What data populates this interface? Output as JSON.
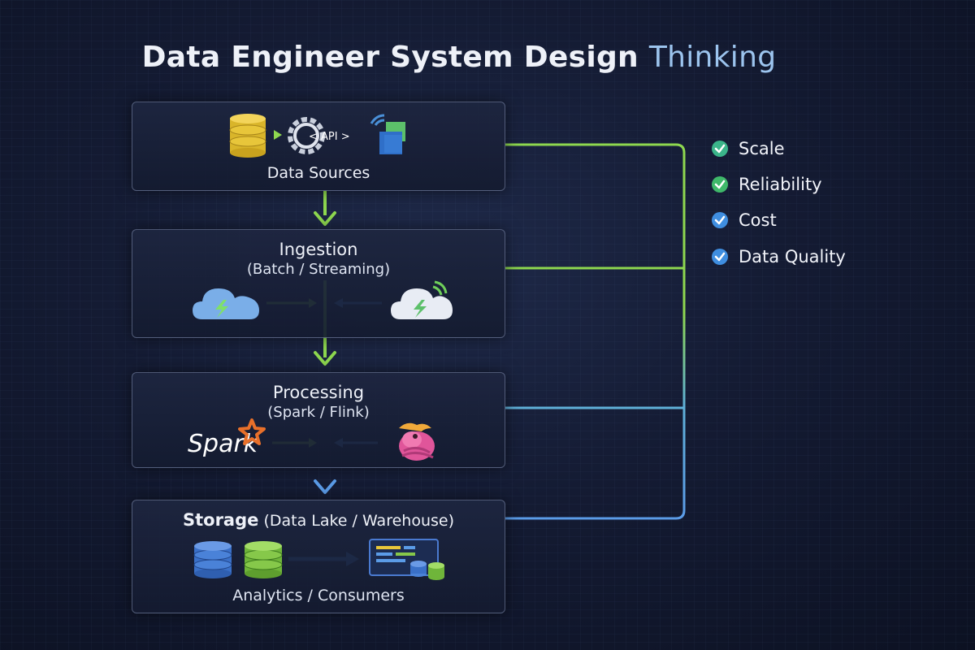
{
  "title": {
    "main": "Data Engineer System Design",
    "accent": "Thinking"
  },
  "stages": [
    {
      "title": "Data Sources",
      "icons": [
        "database-icon",
        "api-gear-icon",
        "streaming-source-icon"
      ],
      "api_label": "< API >"
    },
    {
      "title": "Ingestion",
      "subtitle": "(Batch / Streaming)",
      "icons": [
        "batch-cloud-icon",
        "streaming-cloud-icon"
      ]
    },
    {
      "title": "Processing",
      "subtitle": "(Spark / Flink)",
      "icons": [
        "spark-logo",
        "flink-squirrel-icon"
      ],
      "spark_label": "Spark"
    },
    {
      "title_strong": "Storage",
      "title_rest": "(Data Lake / Warehouse)",
      "footer": "Analytics / Consumers",
      "icons": [
        "data-lake-icon",
        "warehouse-icon",
        "analytics-dashboard-icon"
      ]
    }
  ],
  "considerations": [
    {
      "label": "Scale",
      "color": "#3bb58a"
    },
    {
      "label": "Reliability",
      "color": "#3fb86a"
    },
    {
      "label": "Cost",
      "color": "#3f8ee0"
    },
    {
      "label": "Data Quality",
      "color": "#3f8ee0"
    }
  ],
  "colors": {
    "green": "#8ed84f",
    "blue": "#5b9ce8",
    "title_accent": "#9cc4ee"
  }
}
